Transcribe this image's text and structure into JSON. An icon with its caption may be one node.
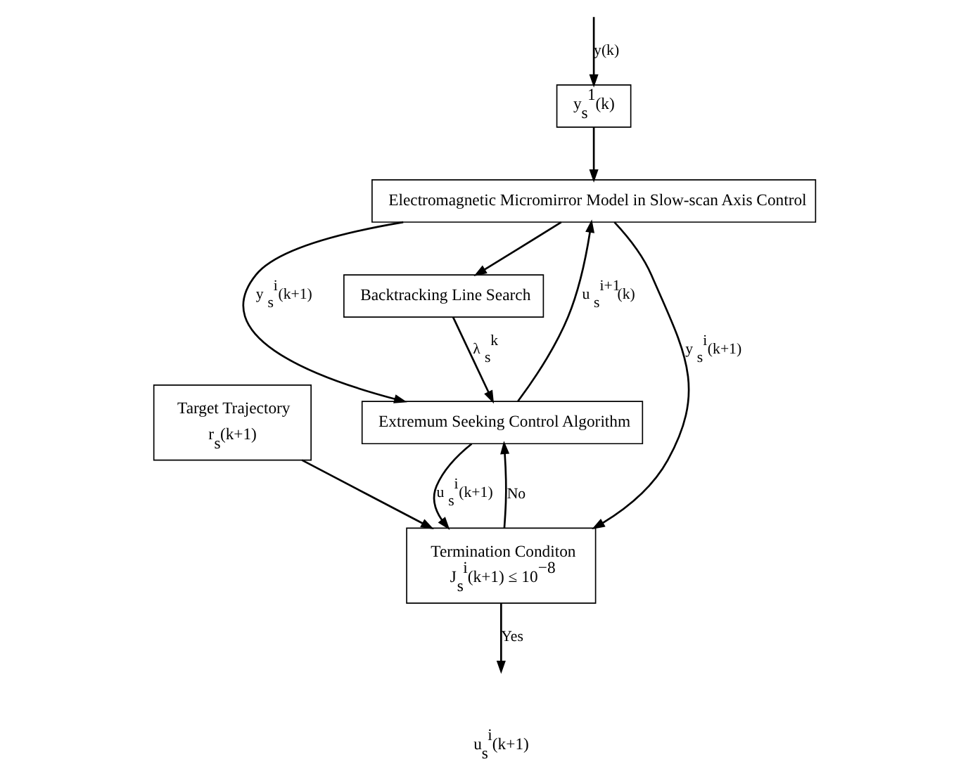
{
  "diagram": {
    "nodes": [
      {
        "text": [
          "y$_{s}$$^{1}$(k)"
        ]
      },
      {
        "text": [
          "Electromagnetic Micromirror Model in Slow-scan Axis Control"
        ]
      },
      {
        "text": [
          "Backtracking Line Search"
        ]
      },
      {
        "text": [
          "Extremum Seeking Control Algorithm"
        ]
      },
      {
        "text": [
          "Target Trajectory",
          "r$_{s}$(k+1)"
        ]
      },
      {
        "text": [
          "Termination Conditon",
          "J$_{s}$$^{i}$(k+1) ≤ 10$^{−8}$"
        ]
      }
    ],
    "edges": [
      {
        "from": null,
        "to": 0,
        "arrow": "to",
        "label": "y(k)"
      },
      {
        "from": 0,
        "to": 1,
        "arrow": "to"
      },
      {
        "from": 1,
        "to": 3,
        "arrow": "to",
        "label": "y$_{s}$$^{i}$(k+1)"
      },
      {
        "from": 1,
        "to": 5,
        "arrow": "to",
        "label": "y$_{s}$$^{i}$(k+1)"
      },
      {
        "from": 1,
        "to": 2,
        "arrow": "to"
      },
      {
        "from": 2,
        "to": 3,
        "arrow": "to",
        "label": "λ$_{s}$$^{k}$"
      },
      {
        "from": 3,
        "to": 1,
        "arrow": "to",
        "label": "u$_{s}$$^{i+1}$(k)"
      },
      {
        "from": 3,
        "to": 5,
        "arrow": "to",
        "label": "u$_{s}$$^{i}$(k+1)"
      },
      {
        "from": 5,
        "to": 3,
        "arrow": "to",
        "label": "No"
      },
      {
        "from": 4,
        "to": 5,
        "arrow": "to"
      },
      {
        "from": 5,
        "to": null,
        "arrow": "to",
        "label": "Yes"
      }
    ],
    "labels": [
      "u$_{s}$$^{i}$(k+1)"
    ]
  }
}
